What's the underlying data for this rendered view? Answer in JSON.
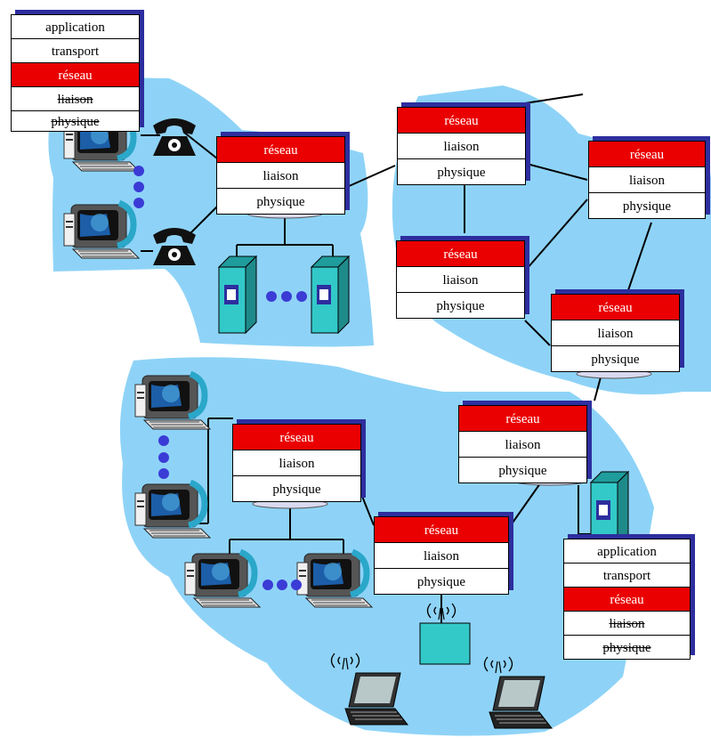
{
  "labels": {
    "application": "application",
    "transport": "transport",
    "network": "réseau",
    "link": "liaison",
    "physical": "physique"
  },
  "colors": {
    "cloud": "#8ed3f7",
    "network_layer": "#ea0000",
    "box_shadow": "#2d2e9e",
    "server": "#33c9c9",
    "dot": "#3b3bd6"
  },
  "icons": [
    "telephone-icon",
    "desktop-computer-icon",
    "server-icon",
    "laptop-icon",
    "wireless-access-point-icon",
    "ellipsis-dots-icon"
  ]
}
